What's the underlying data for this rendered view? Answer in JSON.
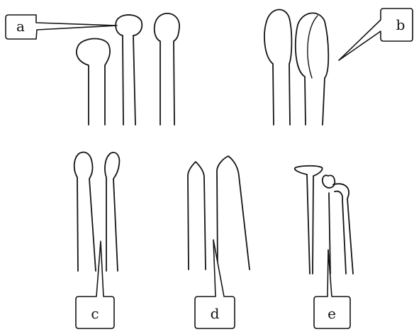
{
  "figure": {
    "labels": {
      "a": "a",
      "b": "b",
      "c": "c",
      "d": "d",
      "e": "e"
    }
  }
}
